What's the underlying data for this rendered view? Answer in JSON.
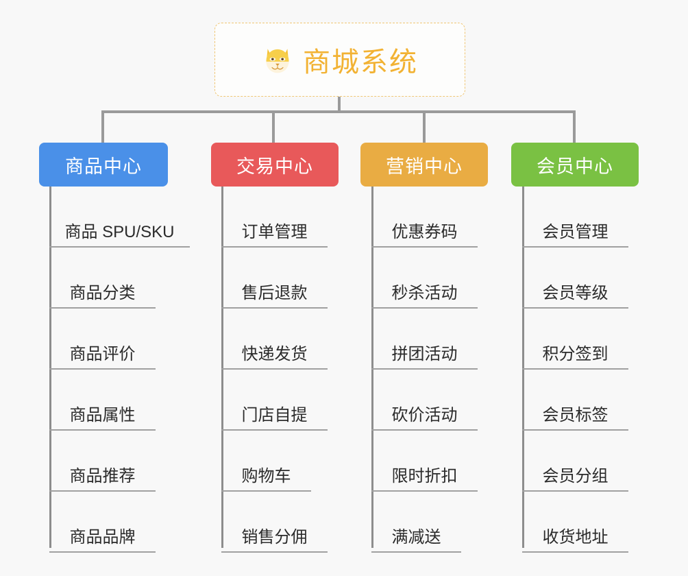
{
  "background_color": "#f8f8f8",
  "root": {
    "icon": "shiba-dog-face-icon",
    "title": "商城系统",
    "title_color": "#f2b233",
    "border_color": "#f0c674"
  },
  "connector_color": "#9a9a9a",
  "branches": [
    {
      "label": "商品中心",
      "color": "#4a90e8",
      "items": [
        "商品 SPU/SKU",
        "商品分类",
        "商品评价",
        "商品属性",
        "商品推荐",
        "商品品牌"
      ]
    },
    {
      "label": "交易中心",
      "color": "#e8595a",
      "items": [
        "订单管理",
        "售后退款",
        "快递发货",
        "门店自提",
        "购物车",
        "销售分佣"
      ]
    },
    {
      "label": "营销中心",
      "color": "#e9ac43",
      "items": [
        "优惠券码",
        "秒杀活动",
        "拼团活动",
        "砍价活动",
        "限时折扣",
        "满减送"
      ]
    },
    {
      "label": "会员中心",
      "color": "#7ac143",
      "items": [
        "会员管理",
        "会员等级",
        "积分签到",
        "会员标签",
        "会员分组",
        "收货地址"
      ]
    }
  ]
}
